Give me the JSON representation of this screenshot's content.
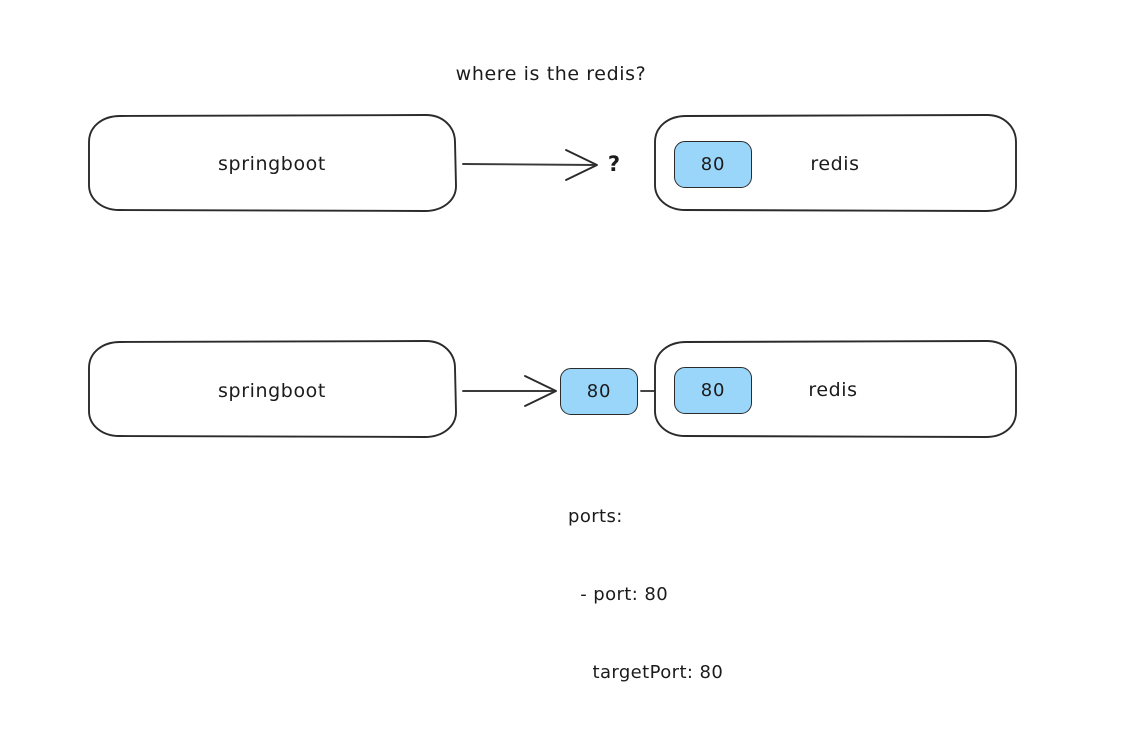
{
  "diagram": {
    "title": "where is the redis?",
    "background_color": "#ffffff",
    "stroke_color": "#2b2b2b",
    "accent_color": "#9ad6fa",
    "rows": [
      {
        "id": "row-question",
        "source_node": {
          "label": "springboot"
        },
        "connector": {
          "kind": "open-arrow",
          "annotation": "?"
        },
        "target_node": {
          "label": "redis",
          "port_badge": "80"
        }
      },
      {
        "id": "row-answer",
        "source_node": {
          "label": "springboot"
        },
        "connector": {
          "kind": "open-arrow",
          "annotation": ""
        },
        "service_badge": "80",
        "link_arrow": {
          "kind": "solid-arrow"
        },
        "target_node": {
          "label": "redis",
          "port_badge": "80"
        }
      }
    ],
    "yaml_snippet": {
      "lines": [
        "ports:",
        "  - port: 80",
        "    targetPort: 80"
      ]
    }
  }
}
